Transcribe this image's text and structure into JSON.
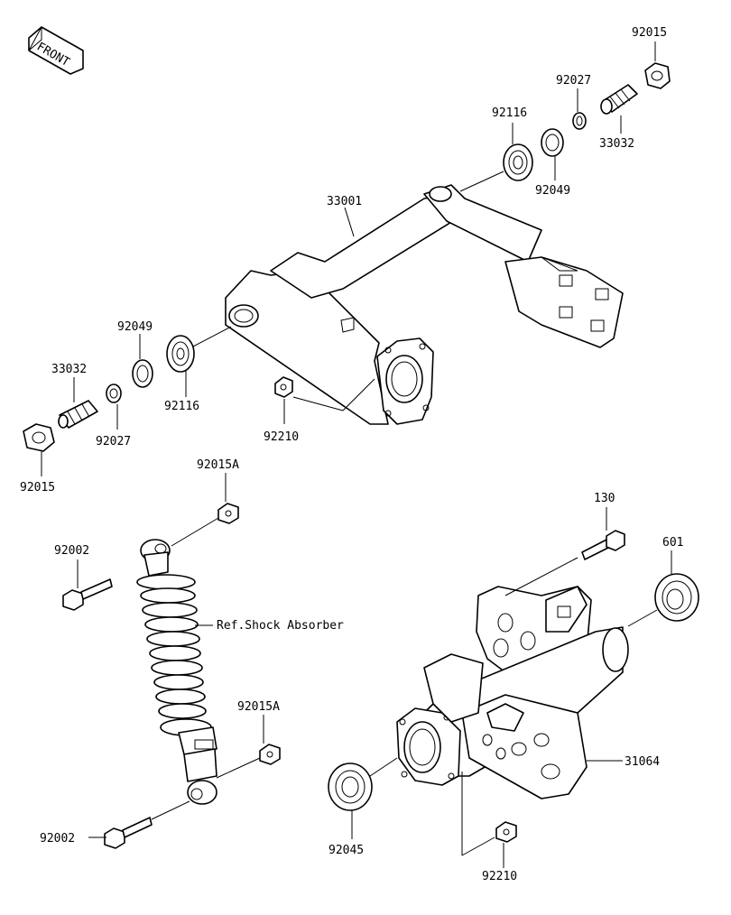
{
  "front_badge": "FRONT",
  "labels": {
    "p92015_top": "92015",
    "p92027_top": "92027",
    "p92116_top": "92116",
    "p33032_top": "33032",
    "p92049_top": "92049",
    "p33001": "33001",
    "p92049_left": "92049",
    "p33032_left": "33032",
    "p92116_left": "92116",
    "p92027_left": "92027",
    "p92015_left": "92015",
    "p92210_top": "92210",
    "p92015A_top": "92015A",
    "p92002_top": "92002",
    "ref_shock": "Ref.Shock Absorber",
    "p130": "130",
    "p601": "601",
    "p92015A_bottom": "92015A",
    "p31064": "31064",
    "p92002_bottom": "92002",
    "p92045": "92045",
    "p92210_bottom": "92210"
  }
}
